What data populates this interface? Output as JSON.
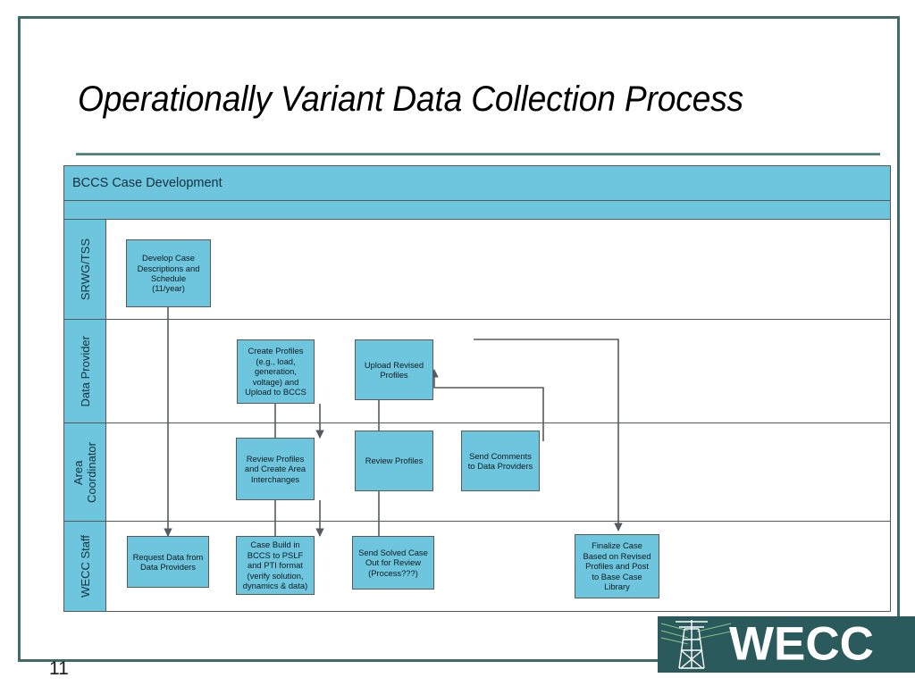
{
  "slide": {
    "title": "Operationally Variant Data Collection Process",
    "page_number": "11"
  },
  "colors": {
    "node_fill": "#6DC6DE",
    "node_stroke": "#555A5E",
    "lane_header_fill": "#6DC6DE",
    "frame_border": "#3F6B6B",
    "logo_background": "#2B5A5C",
    "title_rule": "#4B7F80"
  },
  "diagram": {
    "pool_title": "BCCS Case Development",
    "sub_band_label": "",
    "lanes": [
      {
        "id": "srwg-tss",
        "label": "SRWG/TSS"
      },
      {
        "id": "data-provider",
        "label": "Data Provider"
      },
      {
        "id": "area-coordinator",
        "label": "Area\nCoordinator"
      },
      {
        "id": "wecc-staff",
        "label": "WECC Staff"
      }
    ],
    "nodes": [
      {
        "id": "develop-case-descriptions",
        "lane": "srwg-tss",
        "label": "Develop Case\nDescriptions and\nSchedule\n(11/year)"
      },
      {
        "id": "create-profiles",
        "lane": "data-provider",
        "label": "Create Profiles\n(e.g., load,\ngeneration,\nvoltage) and\nUpload to BCCS"
      },
      {
        "id": "upload-revised-profiles",
        "lane": "data-provider",
        "label": "Upload Revised\nProfiles"
      },
      {
        "id": "review-profiles-create-area-interchanges",
        "lane": "area-coordinator",
        "label": "Review Profiles\nand Create Area\nInterchanges"
      },
      {
        "id": "review-profiles",
        "lane": "area-coordinator",
        "label": "Review Profiles"
      },
      {
        "id": "send-comments-to-data-providers",
        "lane": "area-coordinator",
        "label": "Send Comments\nto Data Providers"
      },
      {
        "id": "request-data-from-data-providers",
        "lane": "wecc-staff",
        "label": "Request Data from\nData Providers"
      },
      {
        "id": "case-build-in-bccs",
        "lane": "wecc-staff",
        "label": "Case Build in\nBCCS to PSLF\nand PTI format\n(verify solution,\ndynamics & data)"
      },
      {
        "id": "send-solved-case-out-for-review",
        "lane": "wecc-staff",
        "label": "Send Solved Case\nOut for Review\n(Process???)"
      },
      {
        "id": "finalize-case",
        "lane": "wecc-staff",
        "label": "Finalize Case\nBased on Revised\nProfiles and Post\nto Base Case\nLibrary"
      }
    ]
  },
  "logo": {
    "wordmark": "WECC",
    "icon": "transmission-tower-icon"
  }
}
